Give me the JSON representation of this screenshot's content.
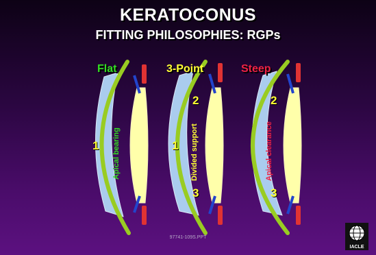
{
  "title": "KERATOCONUS",
  "subtitle": "FITTING PHILOSOPHIES: RGPs",
  "footer": "97741-109S.PPT",
  "panels": [
    {
      "label": "Flat",
      "label_color": "#33dd22",
      "numbers": [
        "1"
      ],
      "rotated_text": "Apical bearing",
      "rotated_color": "#33dd22"
    },
    {
      "label": "3-Point",
      "label_color": "#ffff33",
      "numbers": [
        "2",
        "1",
        "3"
      ],
      "rotated_text": "Divided support",
      "rotated_color": "#ffff33"
    },
    {
      "label": "Steep",
      "label_color": "#ee2244",
      "numbers": [
        "2",
        "3"
      ],
      "rotated_text": "Apical clearance",
      "rotated_color": "#ee2244"
    }
  ],
  "colors": {
    "lens": "#99cc22",
    "tear": "#aaccee",
    "cornea": "#ffffaa",
    "iris_red": "#e03333",
    "iris_blue": "#2244cc"
  },
  "logo": {
    "icon": "globe-icon",
    "text": "IACLE"
  }
}
